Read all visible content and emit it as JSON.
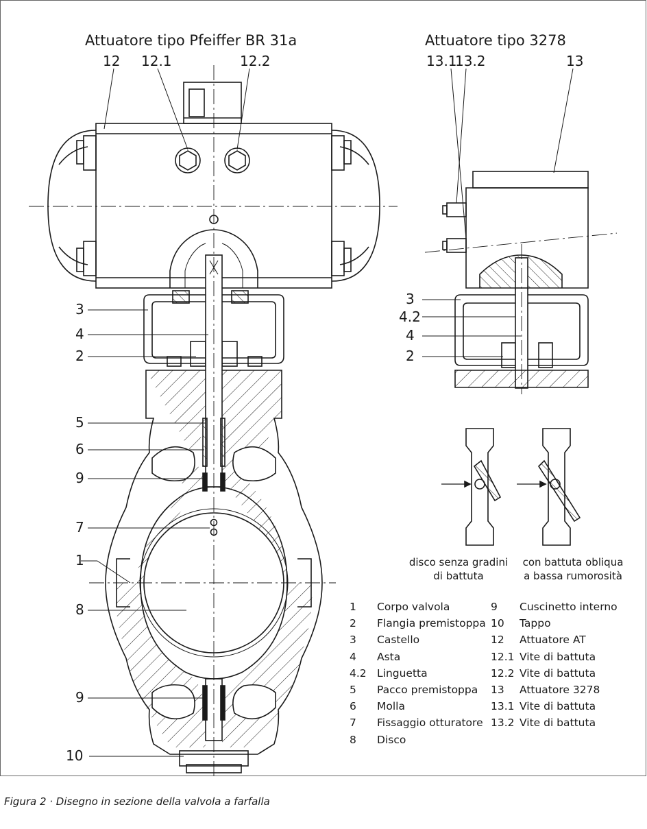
{
  "titles": {
    "left": "Attuatore tipo Pfeiffer BR 31a",
    "right": "Attuatore tipo 3278"
  },
  "part_labels": {
    "p12": "12",
    "p12_1": "12.1",
    "p12_2": "12.2",
    "p13_1": "13.1",
    "p13_2": "13.2",
    "p13": "13",
    "p3": "3",
    "p4": "4",
    "p2": "2",
    "p5": "5",
    "p6": "6",
    "p9a": "9",
    "p7": "7",
    "p1": "1",
    "p8": "8",
    "p9b": "9",
    "p10": "10",
    "r3": "3",
    "r4_2": "4.2",
    "r4": "4",
    "r2": "2"
  },
  "disc_captions": {
    "left_line1": "disco senza gradini",
    "left_line2": "di battuta",
    "right_line1": "con battuta obliqua",
    "right_line2": "a bassa rumorosità"
  },
  "legend": [
    {
      "num": "1",
      "label": "Corpo valvola",
      "num2": "9",
      "label2": "Cuscinetto interno"
    },
    {
      "num": "2",
      "label": "Flangia premistoppa",
      "num2": "10",
      "label2": "Tappo"
    },
    {
      "num": "3",
      "label": "Castello",
      "num2": "12",
      "label2": "Attuatore AT"
    },
    {
      "num": "4",
      "label": "Asta",
      "num2": "12.1",
      "label2": "Vite di battuta"
    },
    {
      "num": "4.2",
      "label": "Linguetta",
      "num2": "12.2",
      "label2": "Vite di battuta"
    },
    {
      "num": "5",
      "label": "Pacco premistoppa",
      "num2": "13",
      "label2": "Attuatore 3278"
    },
    {
      "num": "6",
      "label": "Molla",
      "num2": "13.1",
      "label2": "Vite di battuta"
    },
    {
      "num": "7",
      "label": "Fissaggio otturatore",
      "num2": "13.2",
      "label2": "Vite di battuta"
    },
    {
      "num": "8",
      "label": "Disco",
      "num2": "",
      "label2": ""
    }
  ],
  "figure_caption": "Figura 2 · Disegno in sezione della valvola a farfalla"
}
